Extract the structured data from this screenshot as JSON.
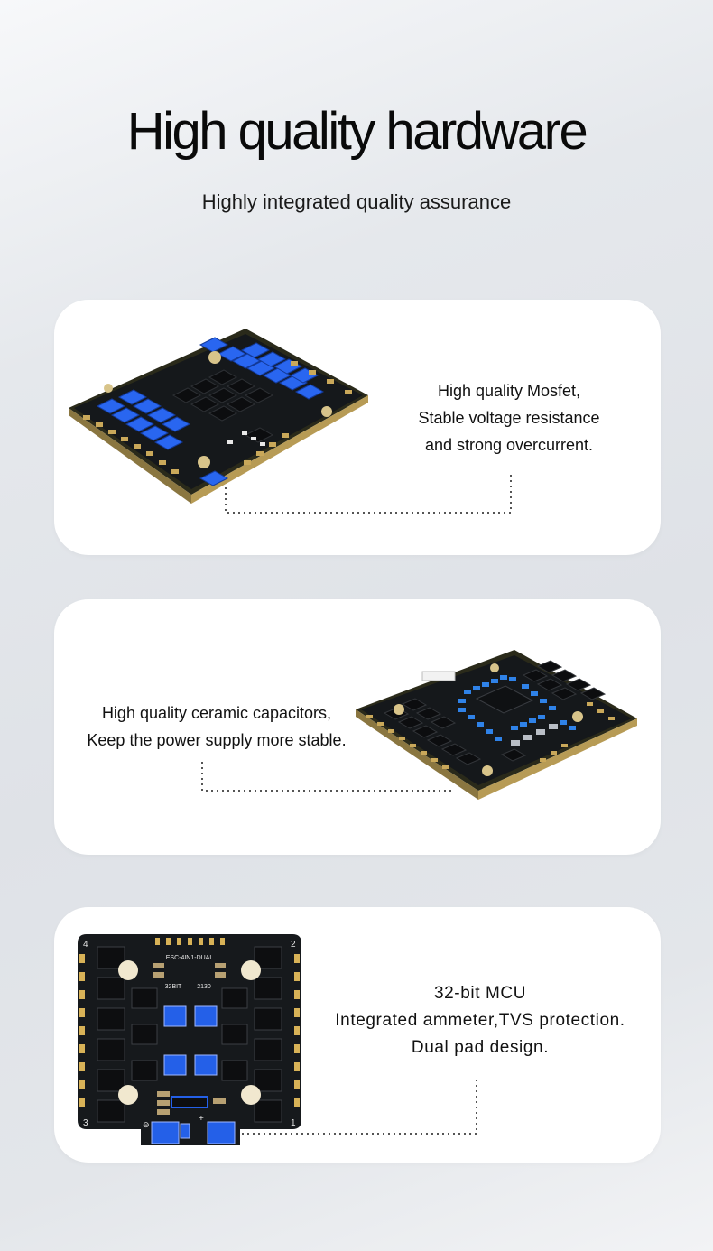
{
  "heading": {
    "title": "High quality hardware",
    "subtitle": "Highly integrated quality assurance"
  },
  "features": [
    {
      "lines": [
        "High quality Mosfet,",
        "Stable voltage resistance",
        " and strong overcurrent."
      ]
    },
    {
      "lines": [
        "High quality ceramic capacitors,",
        "Keep the power supply more stable."
      ]
    },
    {
      "lines": [
        "32-bit MCU",
        "Integrated ammeter,TVS protection.",
        "Dual pad design."
      ]
    }
  ],
  "board_labels": {
    "model": "ESC-4IN1-DUAL",
    "bits": "32BIT",
    "chip": "2130",
    "corner_1": "1",
    "corner_2": "2",
    "corner_3": "3",
    "corner_4": "4",
    "minus": "⊖",
    "plus": "+"
  },
  "colors": {
    "accent_blue": "#1f5fe0",
    "pcb_black": "#16191c",
    "pad_gold": "#c9a85a",
    "card_bg": "#ffffff"
  }
}
